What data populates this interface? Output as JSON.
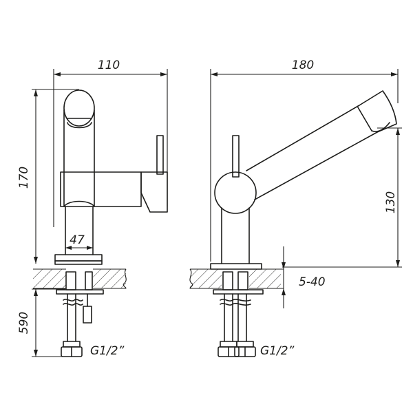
{
  "dimensions": {
    "width_side": "110",
    "width_front": "180",
    "height_body": "170",
    "height_spout": "130",
    "base_diameter": "47",
    "hose_length": "590",
    "mount_thickness": "5-40",
    "thread_side": "G1/2”",
    "thread_front": "G1/2”"
  }
}
